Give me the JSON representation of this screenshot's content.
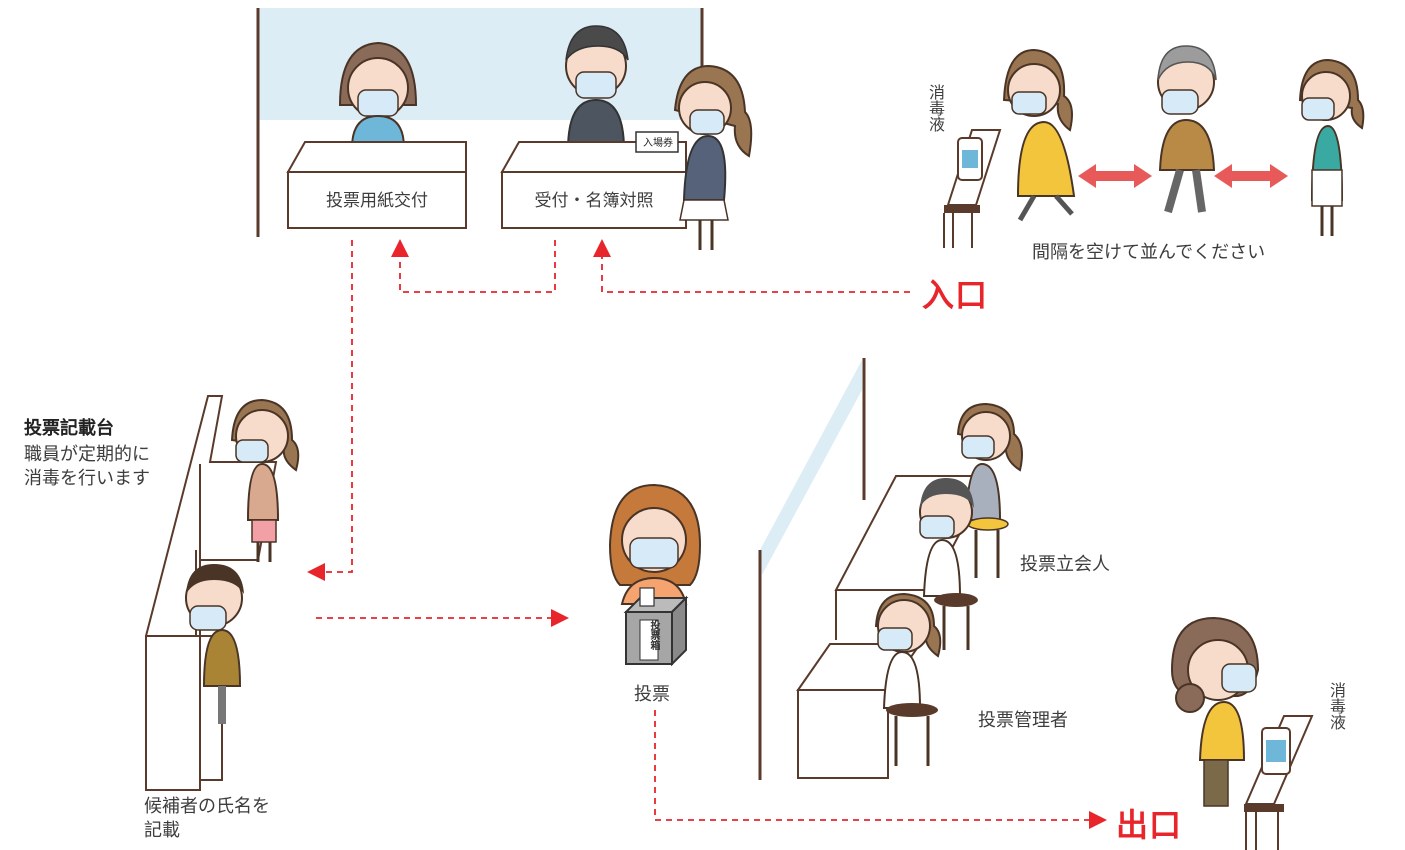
{
  "reception": {
    "desk1_label": "投票用紙交付",
    "desk2_label": "受付・名簿対照",
    "ticket_label": "入場券"
  },
  "entrance": {
    "label": "入口",
    "queue_note": "間隔を空けて並んでください",
    "disinfectant": "消毒液"
  },
  "writing_station": {
    "title": "投票記載台",
    "note_line1": "職員が定期的に",
    "note_line2": "消毒を行います",
    "caption_line1": "候補者の氏名を",
    "caption_line2": "記載"
  },
  "ballot": {
    "label": "投票",
    "box_label": "投票箱"
  },
  "officials": {
    "witness": "投票立会人",
    "manager": "投票管理者"
  },
  "exit": {
    "label": "出口",
    "disinfectant": "消毒液"
  },
  "colors": {
    "arrow_red": "#e8252b",
    "queue_arrow": "#e85a5a",
    "wall": "#5a3a2a",
    "glass": "#dcedf6",
    "line_stroke": "#5a3a2a"
  }
}
